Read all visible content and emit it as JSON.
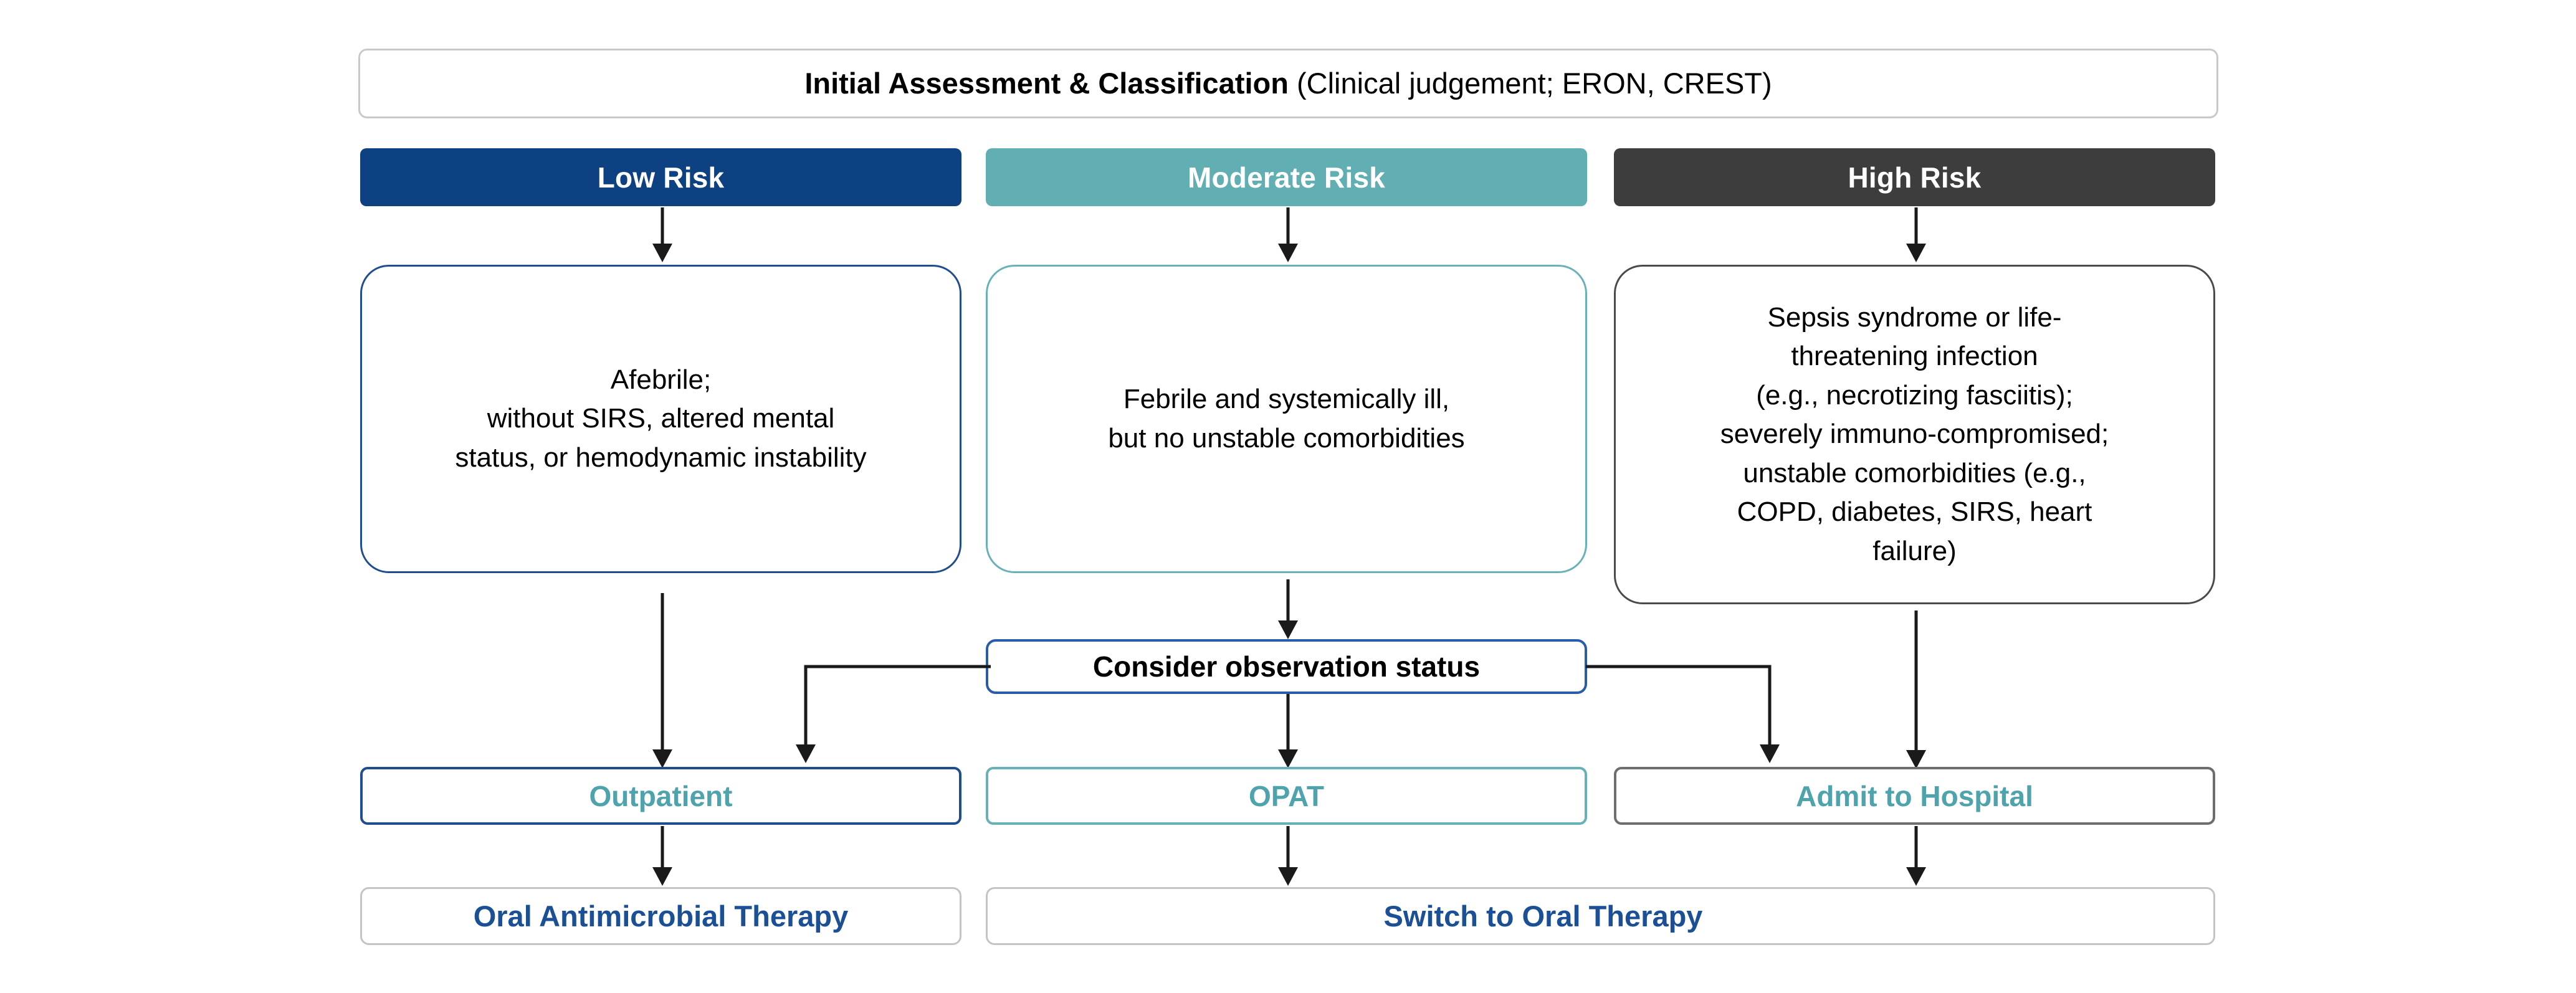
{
  "header": {
    "title_bold": "Initial Assessment & Classification",
    "title_regular": " (Clinical judgement; ERON, CREST)"
  },
  "colors": {
    "low_risk": "#0E4181",
    "moderate_risk": "#61AFB3",
    "high_risk": "#3D3D3D",
    "outcome_text": "#4FA3AD",
    "therapy_text": "#1B4F96"
  },
  "risk_banners": [
    {
      "label": "Low Risk",
      "level": "low"
    },
    {
      "label": "Moderate Risk",
      "level": "moderate"
    },
    {
      "label": "High Risk",
      "level": "high"
    }
  ],
  "criteria": {
    "low": "Afebrile;\nwithout SIRS, altered mental\nstatus, or hemodynamic instability",
    "moderate": "Febrile and systemically ill,\nbut no unstable comorbidities",
    "high": "Sepsis syndrome or life-\nthreatening infection\n(e.g., necrotizing fasciitis);\nseverely immuno-compromised;\nunstable comorbidities (e.g.,\nCOPD, diabetes, SIRS, heart\nfailure)"
  },
  "observation": {
    "label": "Consider observation status"
  },
  "outcomes": [
    {
      "label": "Outpatient"
    },
    {
      "label": "OPAT"
    },
    {
      "label": "Admit to Hospital"
    }
  ],
  "therapy": [
    {
      "label": "Oral Antimicrobial Therapy"
    },
    {
      "label": "Switch to Oral Therapy"
    }
  ]
}
